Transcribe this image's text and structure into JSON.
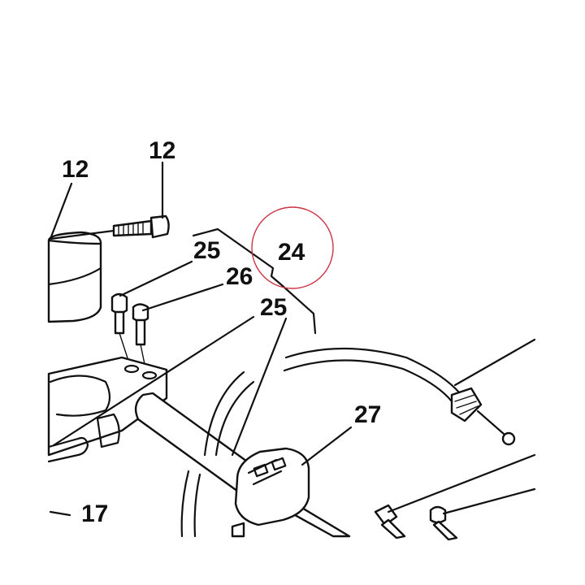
{
  "diagram": {
    "callouts": {
      "c12_top": "12",
      "c12_left": "12",
      "c25_upper": "25",
      "c26": "26",
      "c25_lower": "25",
      "c24": "24",
      "c27": "27",
      "c17": "17"
    },
    "highlight_color": "#cc3344",
    "line_color": "#111111"
  }
}
